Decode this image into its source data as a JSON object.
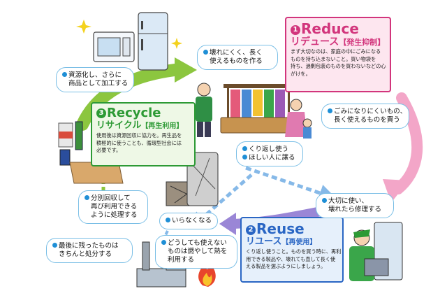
{
  "reduce": {
    "number": "1",
    "title": "Reduce",
    "kana": "リデュース",
    "kanji": "【発生抑制】",
    "desc": [
      "まず大切なのは、家庭の中にごみになる",
      "ものを持ち込まないこと。買い物袋を",
      "持ち、過剰包装のものを買わないなどの心",
      "がけを。"
    ],
    "color": "#d2357c"
  },
  "reuse": {
    "number": "2",
    "title": "Reuse",
    "kana": "リユース",
    "kanji": "【再使用】",
    "desc": [
      "くり返し使うこと。ものを買う時に、再利",
      "用できる製品や、壊れても直して長く使",
      "える製品を選ぶようにしましょう。"
    ],
    "color": "#2a66c4"
  },
  "recycle": {
    "number": "3",
    "title": "Recycle",
    "kana": "リサイクル",
    "kanji": "【再生利用】",
    "desc": [
      "使用後は資源回収に協力を。再生品を",
      "積極的に使うことも、循環型社会には",
      "必要です。"
    ],
    "color": "#2d9a35"
  },
  "bubbles": {
    "durable": [
      "壊れにくく、長く",
      "使えるものを作る"
    ],
    "resource": [
      "資源化し、さらに",
      "商品として加工する"
    ],
    "buy_long": [
      "ごみになりにくいもの、",
      "長く使えるものを買う"
    ],
    "reuse_give": [
      "くり返し使う",
      "ほしい人に譲る"
    ],
    "repair": [
      "大切に使い、",
      "壊れたら修理する"
    ],
    "sort": [
      "分別回収して",
      "再び利用できる",
      "ように処理する"
    ],
    "unneeded": [
      "いらなくなる"
    ],
    "burn": [
      "どうしても使えない",
      "ものは燃やして熱を",
      "利用する"
    ],
    "final": [
      "最後に残ったものは",
      "きちんと処分する"
    ]
  },
  "colors": {
    "green_arrow": "#8cc63f",
    "pink_arrow": "#f3a6c8",
    "blue_dash": "#86b9e8",
    "purple_arrow": "#9a86d6"
  }
}
